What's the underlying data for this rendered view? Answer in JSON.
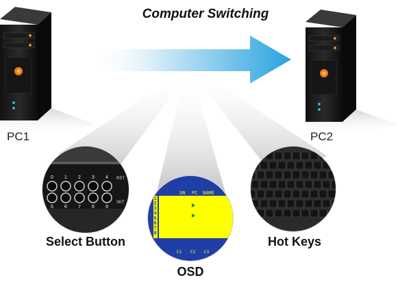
{
  "title": "Computer Switching",
  "pcs": [
    {
      "label": "PC1"
    },
    {
      "label": "PC2"
    }
  ],
  "methods": [
    {
      "label": "Select Button",
      "icon": "select-button-panel"
    },
    {
      "label": "OSD",
      "icon": "osd-menu-screen"
    },
    {
      "label": "Hot Keys",
      "icon": "keyboard"
    }
  ],
  "button_panel": {
    "top_numbers": [
      "0",
      "1",
      "2",
      "3",
      "4"
    ],
    "bottom_numbers": [
      "5",
      "6",
      "7",
      "8",
      "9"
    ],
    "side_labels": [
      "RST",
      "SKT"
    ]
  },
  "osd": {
    "header": [
      "SN",
      "PC",
      "NAME"
    ],
    "rows": [
      "1",
      "2",
      "3",
      "4",
      "5",
      "6",
      "7",
      "8"
    ],
    "footer": [
      "F1",
      "F2",
      "F3"
    ]
  },
  "colors": {
    "arrow": "#2aa3e0",
    "osd_blue": "#1f3ea6",
    "osd_yellow": "#ffff00"
  }
}
